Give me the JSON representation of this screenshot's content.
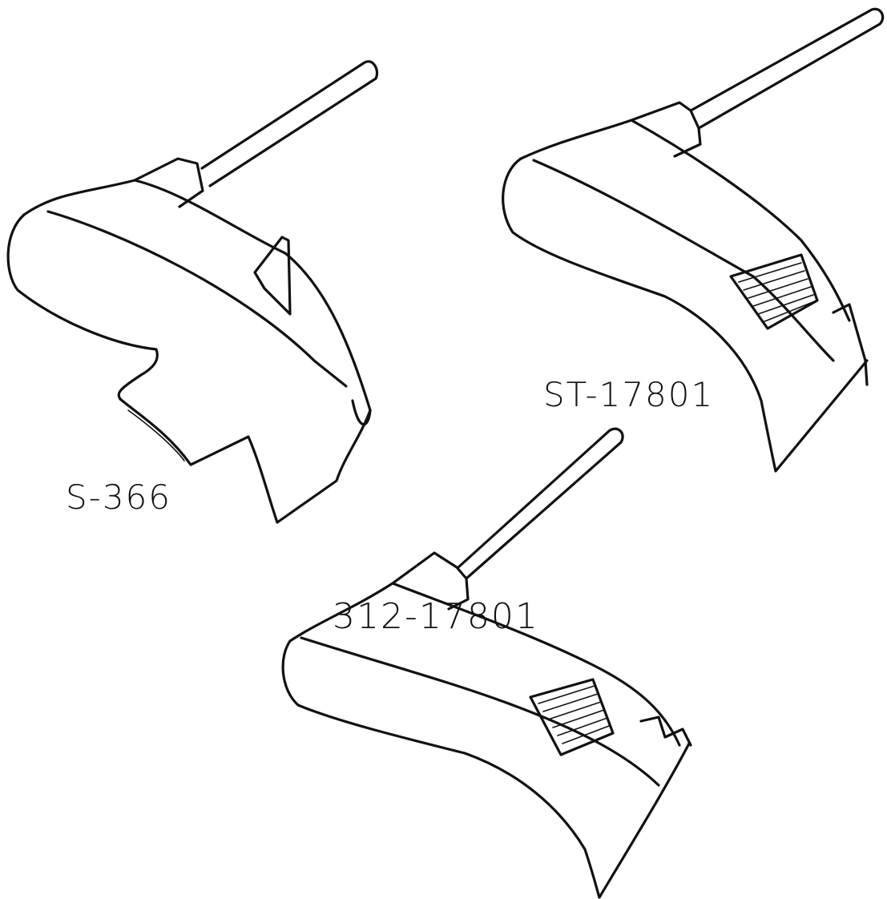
{
  "labels": {
    "left_item": "S-366",
    "right_item": "ST-17801",
    "bottom_item": "312-17801"
  },
  "colors": {
    "ink": "#111111",
    "paper": "#ffffff"
  }
}
